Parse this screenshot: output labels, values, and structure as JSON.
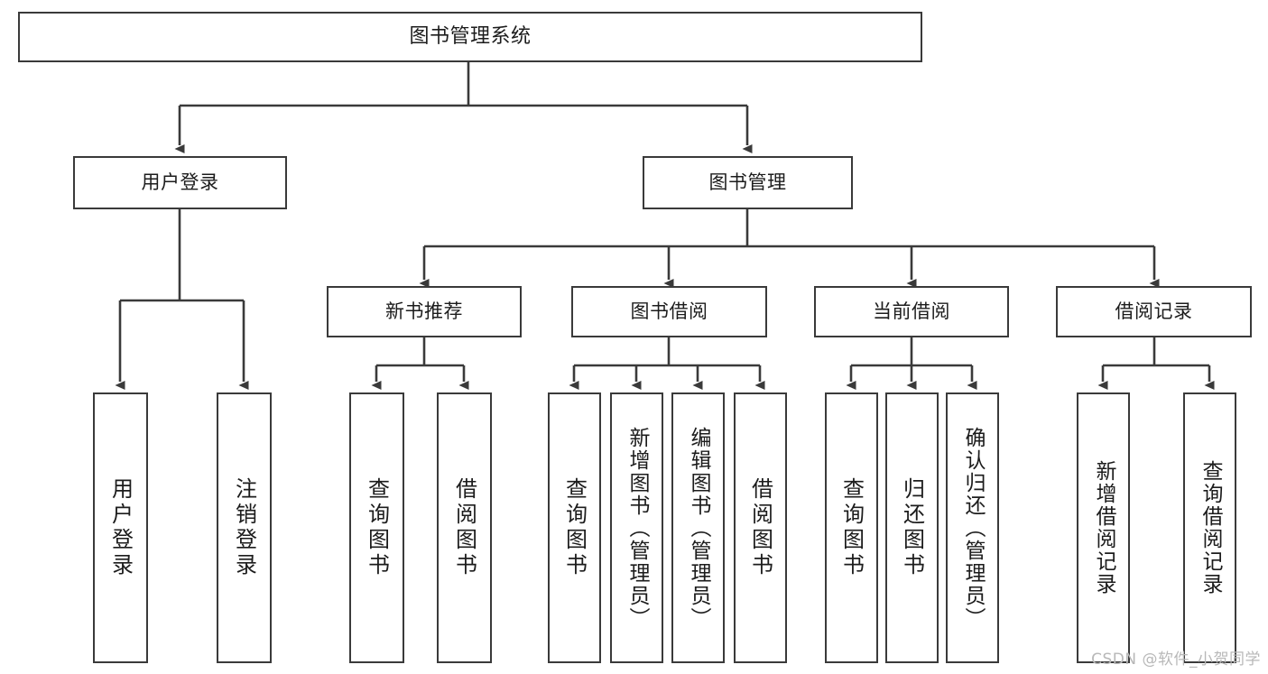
{
  "diagram": {
    "title": "图书管理系统",
    "type": "tree",
    "watermark": "CSDN @软件_小贺同学",
    "colors": {
      "box_border": "#3a3a3a",
      "box_fill": "#ffffff",
      "edge": "#3a3a3a",
      "text": "#1c1c1c",
      "watermark": "#b8b8b8"
    },
    "nodes": {
      "root": {
        "label": "图书管理系统"
      },
      "level1": [
        {
          "id": "user-login",
          "label": "用户登录"
        },
        {
          "id": "book-manage",
          "label": "图书管理"
        }
      ],
      "level2": [
        {
          "id": "new-book-rec",
          "label": "新书推荐"
        },
        {
          "id": "book-borrow",
          "label": "图书借阅"
        },
        {
          "id": "current-borrow",
          "label": "当前借阅"
        },
        {
          "id": "borrow-record",
          "label": "借阅记录"
        }
      ],
      "leaves": {
        "user-login": [
          {
            "id": "leaf-user-login",
            "label": "用户登录"
          },
          {
            "id": "leaf-logout-login",
            "label": "注销登录"
          }
        ],
        "new-book-rec": [
          {
            "id": "leaf-query-book-1",
            "label": "查询图书"
          },
          {
            "id": "leaf-borrow-book-1",
            "label": "借阅图书"
          }
        ],
        "book-borrow": [
          {
            "id": "leaf-query-book-2",
            "label": "查询图书"
          },
          {
            "id": "leaf-add-book-admin",
            "label": "新增图书（管理员）"
          },
          {
            "id": "leaf-edit-book-admin",
            "label": "编辑图书（管理员）"
          },
          {
            "id": "leaf-borrow-book-2",
            "label": "借阅图书"
          }
        ],
        "current-borrow": [
          {
            "id": "leaf-query-book-3",
            "label": "查询图书"
          },
          {
            "id": "leaf-return-book",
            "label": "归还图书"
          },
          {
            "id": "leaf-confirm-return-admin",
            "label": "确认归还（管理员）"
          }
        ],
        "borrow-record": [
          {
            "id": "leaf-add-borrow-record",
            "label": "新增借阅记录"
          },
          {
            "id": "leaf-query-borrow-record",
            "label": "查询借阅记录"
          }
        ]
      }
    }
  }
}
